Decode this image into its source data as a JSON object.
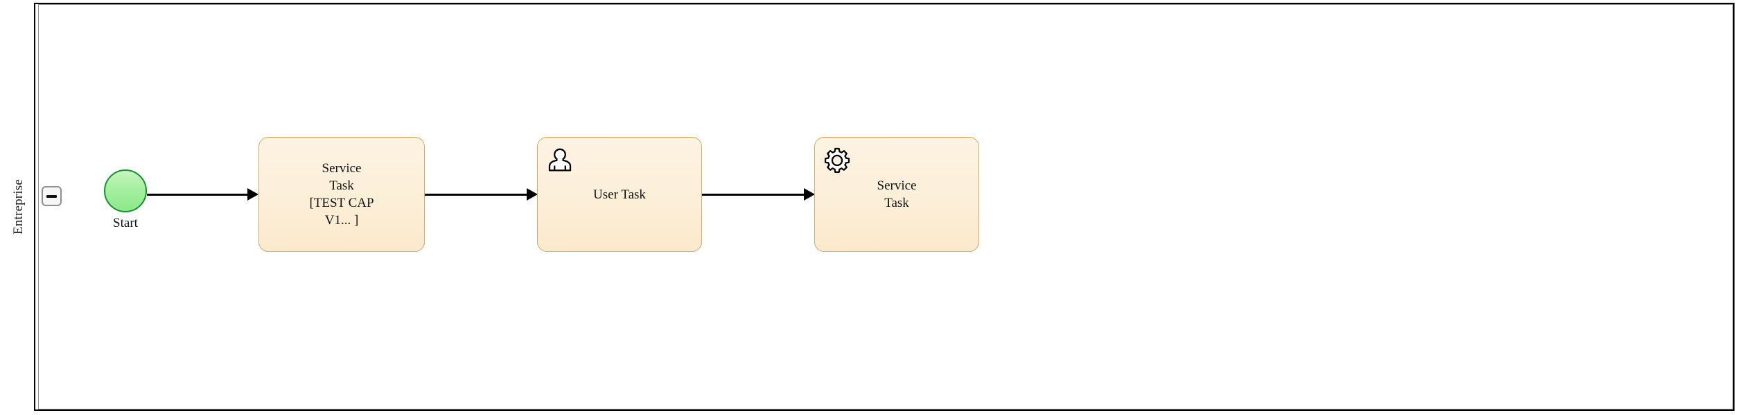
{
  "diagram": {
    "type": "bpmn-process",
    "pool": {
      "lane_label": "Entreprise",
      "collapse_button_icon": "minus-icon"
    },
    "nodes": [
      {
        "id": "start",
        "kind": "start-event",
        "label": "Start",
        "icon": "none",
        "fill": "#a6efa0",
        "stroke": "#12922c"
      },
      {
        "id": "task-1",
        "kind": "service-task",
        "label": "Service\nTask\n[TEST CAP\nV1... ]",
        "icon": "none",
        "fill": "#fcefd8",
        "stroke": "#d4a96a"
      },
      {
        "id": "task-2",
        "kind": "user-task",
        "label": "User Task",
        "icon": "user-icon",
        "fill": "#fcefd8",
        "stroke": "#d4a96a"
      },
      {
        "id": "task-3",
        "kind": "service-task",
        "label": "Service\nTask",
        "icon": "gear-icon",
        "fill": "#fcefd8",
        "stroke": "#d4a96a"
      }
    ],
    "connectors": [
      {
        "id": "flow-1",
        "from": "start",
        "to": "task-1"
      },
      {
        "id": "flow-2",
        "from": "task-1",
        "to": "task-2"
      },
      {
        "id": "flow-3",
        "from": "task-2",
        "to": "task-3"
      }
    ]
  }
}
